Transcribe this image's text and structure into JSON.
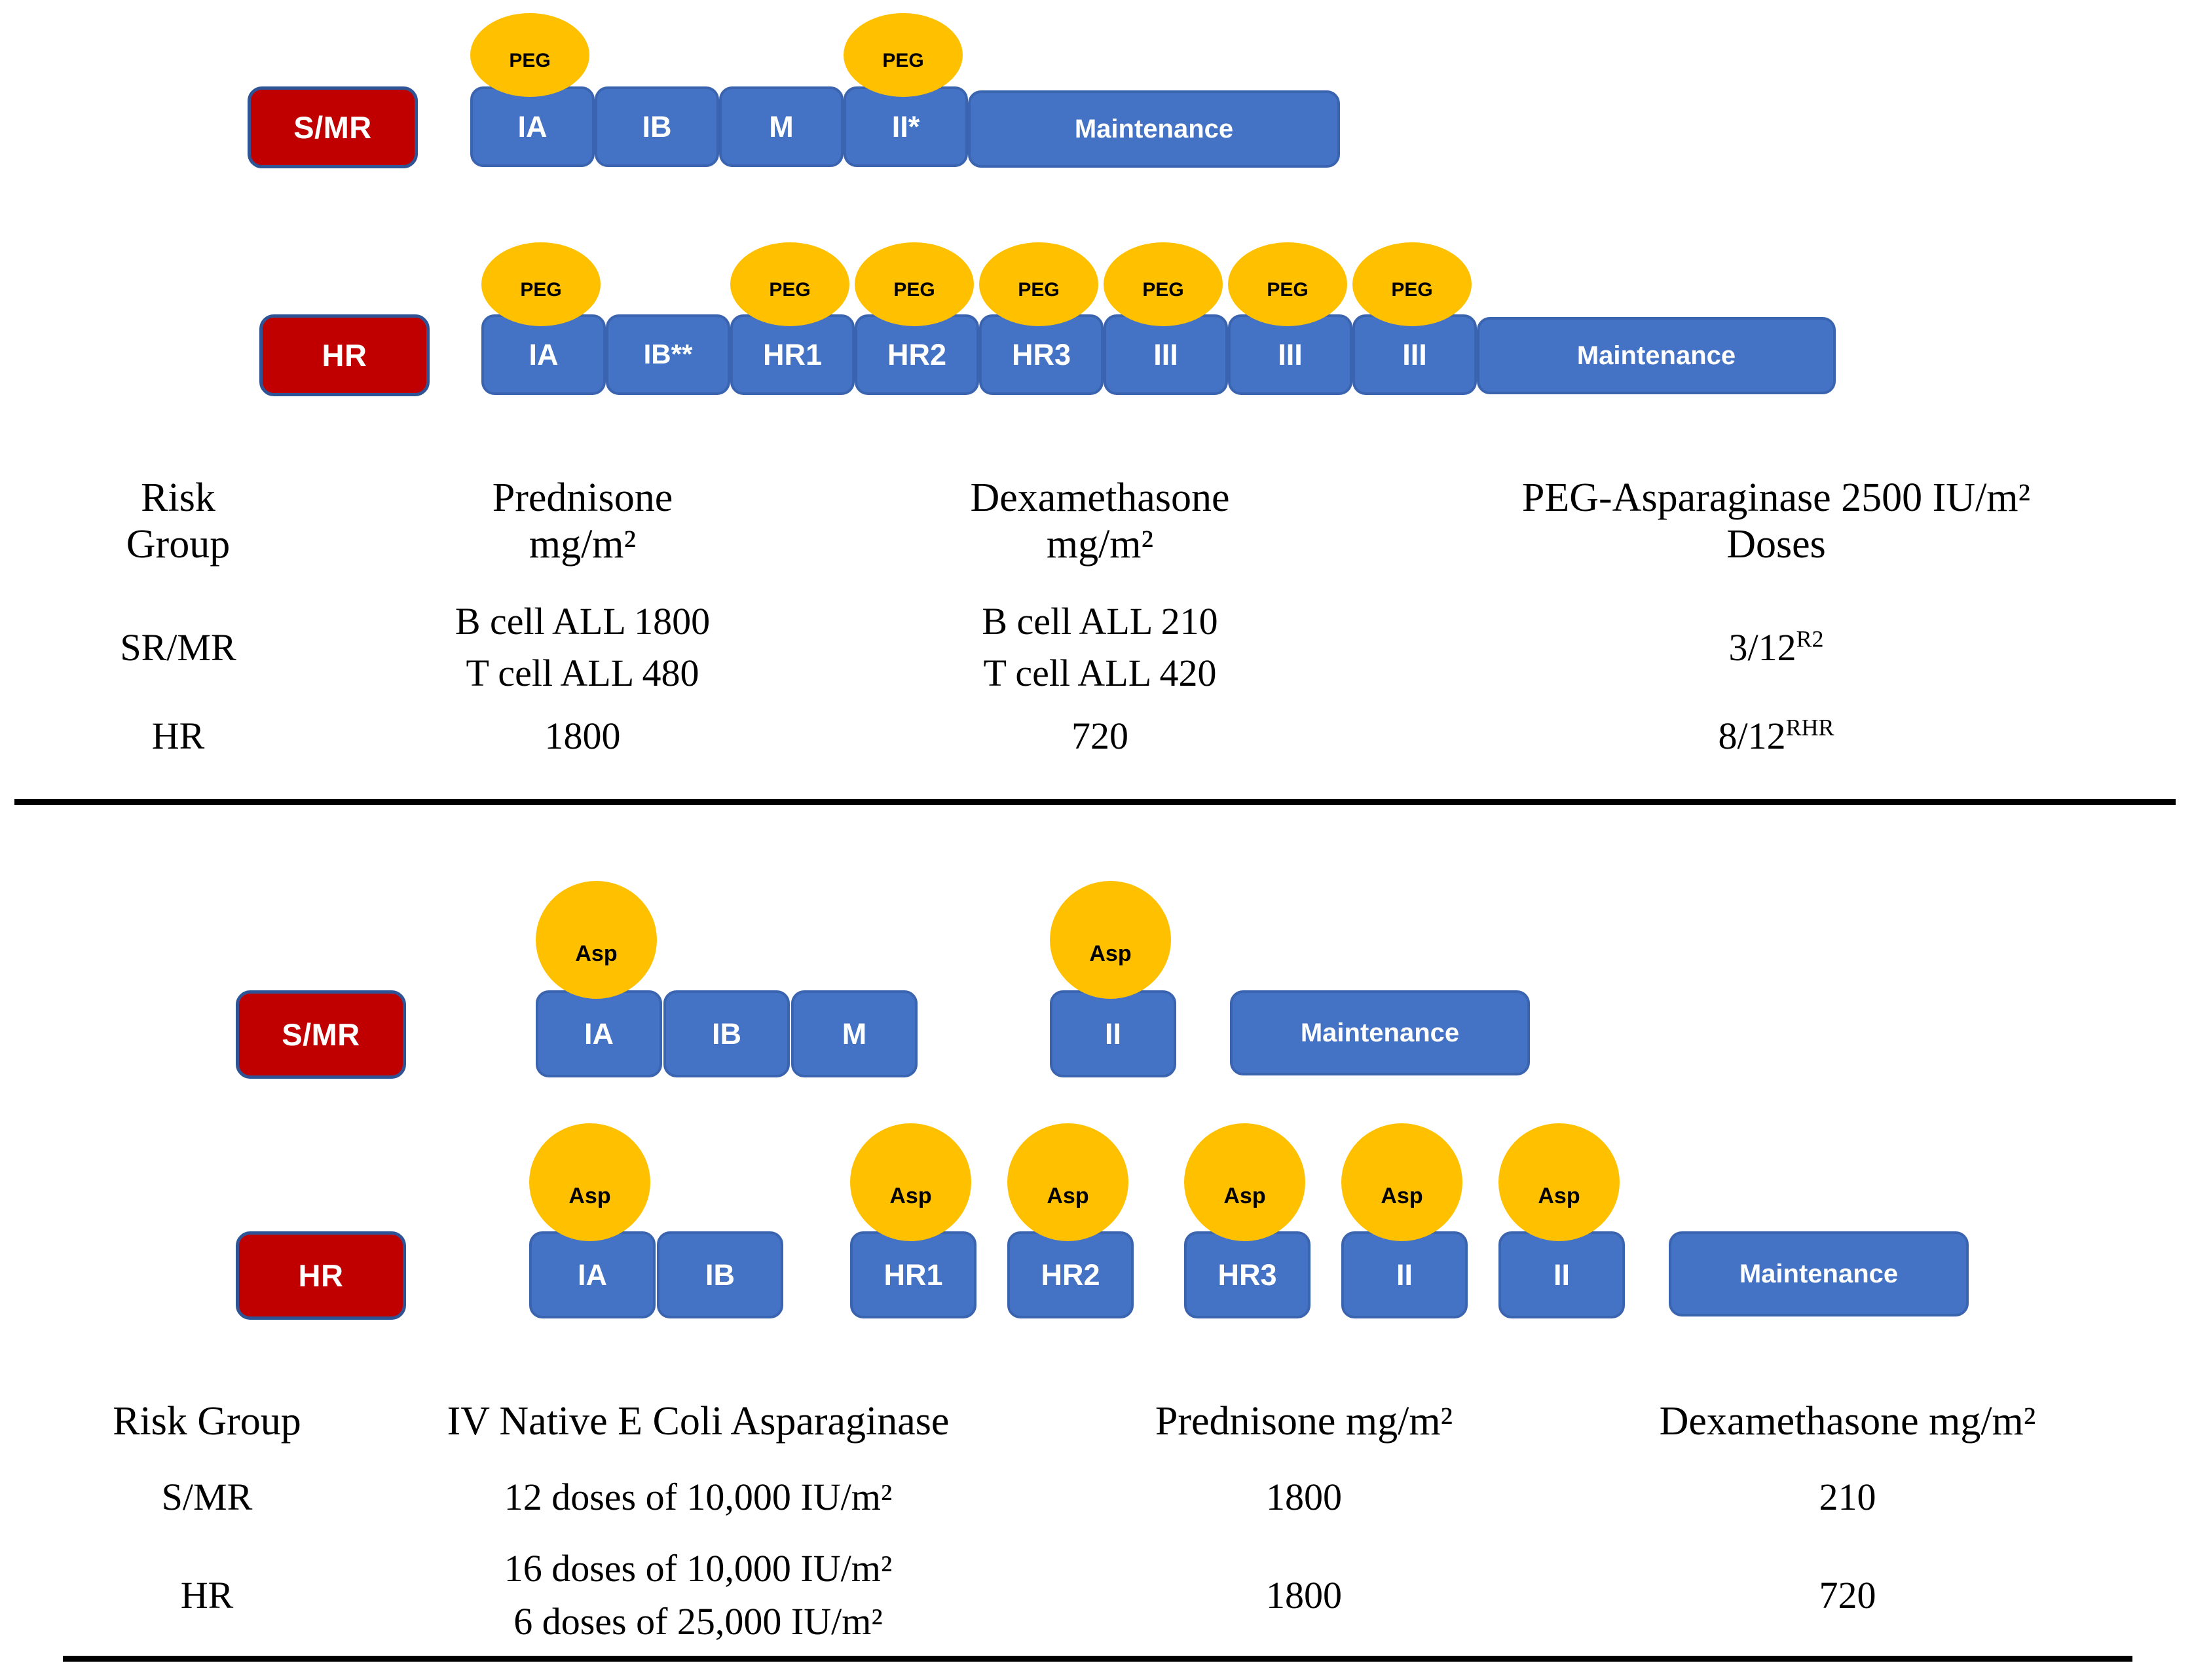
{
  "figure_top": {
    "rows": [
      {
        "risk_label": "S/MR",
        "phases": [
          {
            "label": "IA",
            "drug": "PEG"
          },
          {
            "label": "IB",
            "drug": null
          },
          {
            "label": "M",
            "drug": null
          },
          {
            "label": "II*",
            "drug": "PEG"
          },
          {
            "label": "Maintenance",
            "drug": null
          }
        ]
      },
      {
        "risk_label": "HR",
        "phases": [
          {
            "label": "IA",
            "drug": "PEG"
          },
          {
            "label": "IB**",
            "drug": null
          },
          {
            "label": "HR1",
            "drug": "PEG"
          },
          {
            "label": "HR2",
            "drug": "PEG"
          },
          {
            "label": "HR3",
            "drug": "PEG"
          },
          {
            "label": "III",
            "drug": "PEG"
          },
          {
            "label": "III",
            "drug": "PEG"
          },
          {
            "label": "III",
            "drug": "PEG"
          },
          {
            "label": "Maintenance",
            "drug": null
          }
        ]
      }
    ]
  },
  "table_top": {
    "headers": [
      {
        "line1": "Risk",
        "line2": "Group"
      },
      {
        "line1": "Prednisone",
        "line2": "mg/m²"
      },
      {
        "line1": "Dexamethasone",
        "line2": "mg/m²"
      },
      {
        "line1": "PEG-Asparaginase 2500 IU/m²",
        "line2": "Doses"
      }
    ],
    "rows": [
      {
        "risk": "SR/MR",
        "prednisone_line1": "B cell ALL 1800",
        "prednisone_line2": "T cell ALL 480",
        "dexamethasone_line1": "B cell ALL 210",
        "dexamethasone_line2": "T cell ALL 420",
        "peg_base": "3/12",
        "peg_sup": "R2"
      },
      {
        "risk": "HR",
        "prednisone_line1": "1800",
        "prednisone_line2": "",
        "dexamethasone_line1": "720",
        "dexamethasone_line2": "",
        "peg_base": "8/12",
        "peg_sup": "RHR"
      }
    ]
  },
  "figure_bottom": {
    "rows": [
      {
        "risk_label": "S/MR",
        "phases": [
          {
            "label": "IA",
            "drug": "Asp"
          },
          {
            "label": "IB",
            "drug": null
          },
          {
            "label": "M",
            "drug": null
          },
          {
            "label": "II",
            "drug": "Asp"
          },
          {
            "label": "Maintenance",
            "drug": null
          }
        ]
      },
      {
        "risk_label": "HR",
        "phases": [
          {
            "label": "IA",
            "drug": "Asp"
          },
          {
            "label": "IB",
            "drug": null
          },
          {
            "label": "HR1",
            "drug": "Asp"
          },
          {
            "label": "HR2",
            "drug": "Asp"
          },
          {
            "label": "HR3",
            "drug": "Asp"
          },
          {
            "label": "II",
            "drug": "Asp"
          },
          {
            "label": "II",
            "drug": "Asp"
          },
          {
            "label": "Maintenance",
            "drug": null
          }
        ]
      }
    ]
  },
  "table_bottom": {
    "headers": [
      "Risk Group",
      "IV Native E Coli Asparaginase",
      "Prednisone mg/m²",
      "Dexamethasone mg/m²"
    ],
    "rows": [
      {
        "risk": "S/MR",
        "asparaginase_line1": "12 doses of 10,000 IU/m²",
        "asparaginase_line2": "",
        "prednisone": "1800",
        "dexamethasone": "210"
      },
      {
        "risk": "HR",
        "asparaginase_line1": "16 doses of 10,000 IU/m²",
        "asparaginase_line2": "6 doses of 25,000 IU/m²",
        "prednisone": "1800",
        "dexamethasone": "720"
      }
    ]
  },
  "colors": {
    "phase_fill": "#4472C4",
    "phase_border": "#3B64B0",
    "risk_fill": "#C00000",
    "risk_border": "#2E5496",
    "drug_fill": "#FFC000",
    "rule": "#000000"
  }
}
